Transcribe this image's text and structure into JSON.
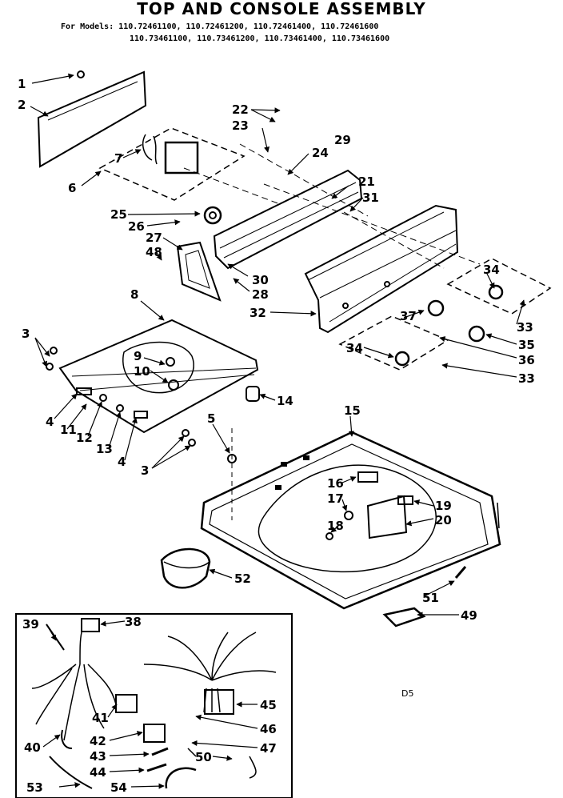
{
  "title": "TOP AND CONSOLE ASSEMBLY",
  "models": {
    "line1": "For Models: 110.72461100, 110.72461200, 110.72461400, 110.72461600",
    "line2": "110.73461100, 110.73461200, 110.73461400, 110.73461600"
  },
  "labels": {
    "p1": "1",
    "p2": "2",
    "p3a": "3",
    "p3b": "3",
    "p4a": "4",
    "p4b": "4",
    "p5": "5",
    "p6": "6",
    "p7": "7",
    "p8": "8",
    "p9": "9",
    "p10": "10",
    "p11": "11",
    "p12": "12",
    "p13": "13",
    "p14": "14",
    "p15": "15",
    "p16": "16",
    "p17": "17",
    "p18": "18",
    "p19": "19",
    "p20": "20",
    "p21": "21",
    "p22": "22",
    "p23": "23",
    "p24": "24",
    "p25": "25",
    "p26": "26",
    "p27": "27",
    "p28": "28",
    "p29": "29",
    "p30": "30",
    "p31": "31",
    "p32": "32",
    "p33a": "33",
    "p33b": "33",
    "p34a": "34",
    "p34b": "34",
    "p35": "35",
    "p36": "36",
    "p37": "37",
    "p38": "38",
    "p39": "39",
    "p40": "40",
    "p41": "41",
    "p42": "42",
    "p43": "43",
    "p44": "44",
    "p45": "45",
    "p46": "46",
    "p47": "47",
    "p48": "48",
    "p49": "49",
    "p50": "50",
    "p51": "51",
    "p52": "52",
    "p53": "53",
    "p54": "54"
  },
  "figure_code": "D5"
}
